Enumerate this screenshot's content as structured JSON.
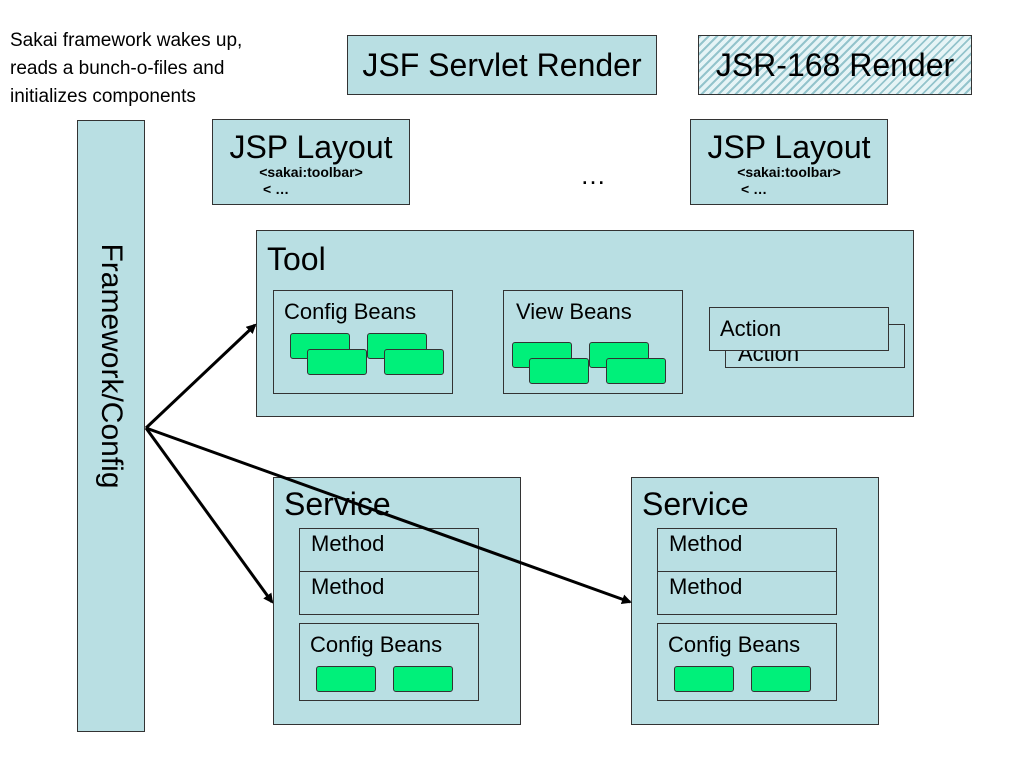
{
  "intro": {
    "line1": "Sakai framework wakes up,",
    "line2": "reads a bunch-o-files and",
    "line3": "initializes components"
  },
  "renderers": {
    "jsf": "JSF Servlet Render",
    "jsr": "JSR-168 Render"
  },
  "layouts": [
    {
      "title": "JSP Layout",
      "tag": "<sakai:toolbar>",
      "more": "< …"
    },
    {
      "title": "JSP Layout",
      "tag": "<sakai:toolbar>",
      "more": "< …"
    }
  ],
  "ellipsis": "…",
  "framework": {
    "label": "Framework/Config"
  },
  "tool": {
    "title": "Tool",
    "config_beans": "Config Beans",
    "view_beans": "View Beans",
    "action_back": "Action",
    "action_front": "Action"
  },
  "services": [
    {
      "title": "Service",
      "methods": [
        "Method",
        "Method"
      ],
      "config_beans": "Config Beans"
    },
    {
      "title": "Service",
      "methods": [
        "Method",
        "Method"
      ],
      "config_beans": "Config Beans"
    }
  ],
  "colors": {
    "box_fill": "#b9dfe3",
    "bean_fill": "#00f07a",
    "border": "#333333"
  }
}
